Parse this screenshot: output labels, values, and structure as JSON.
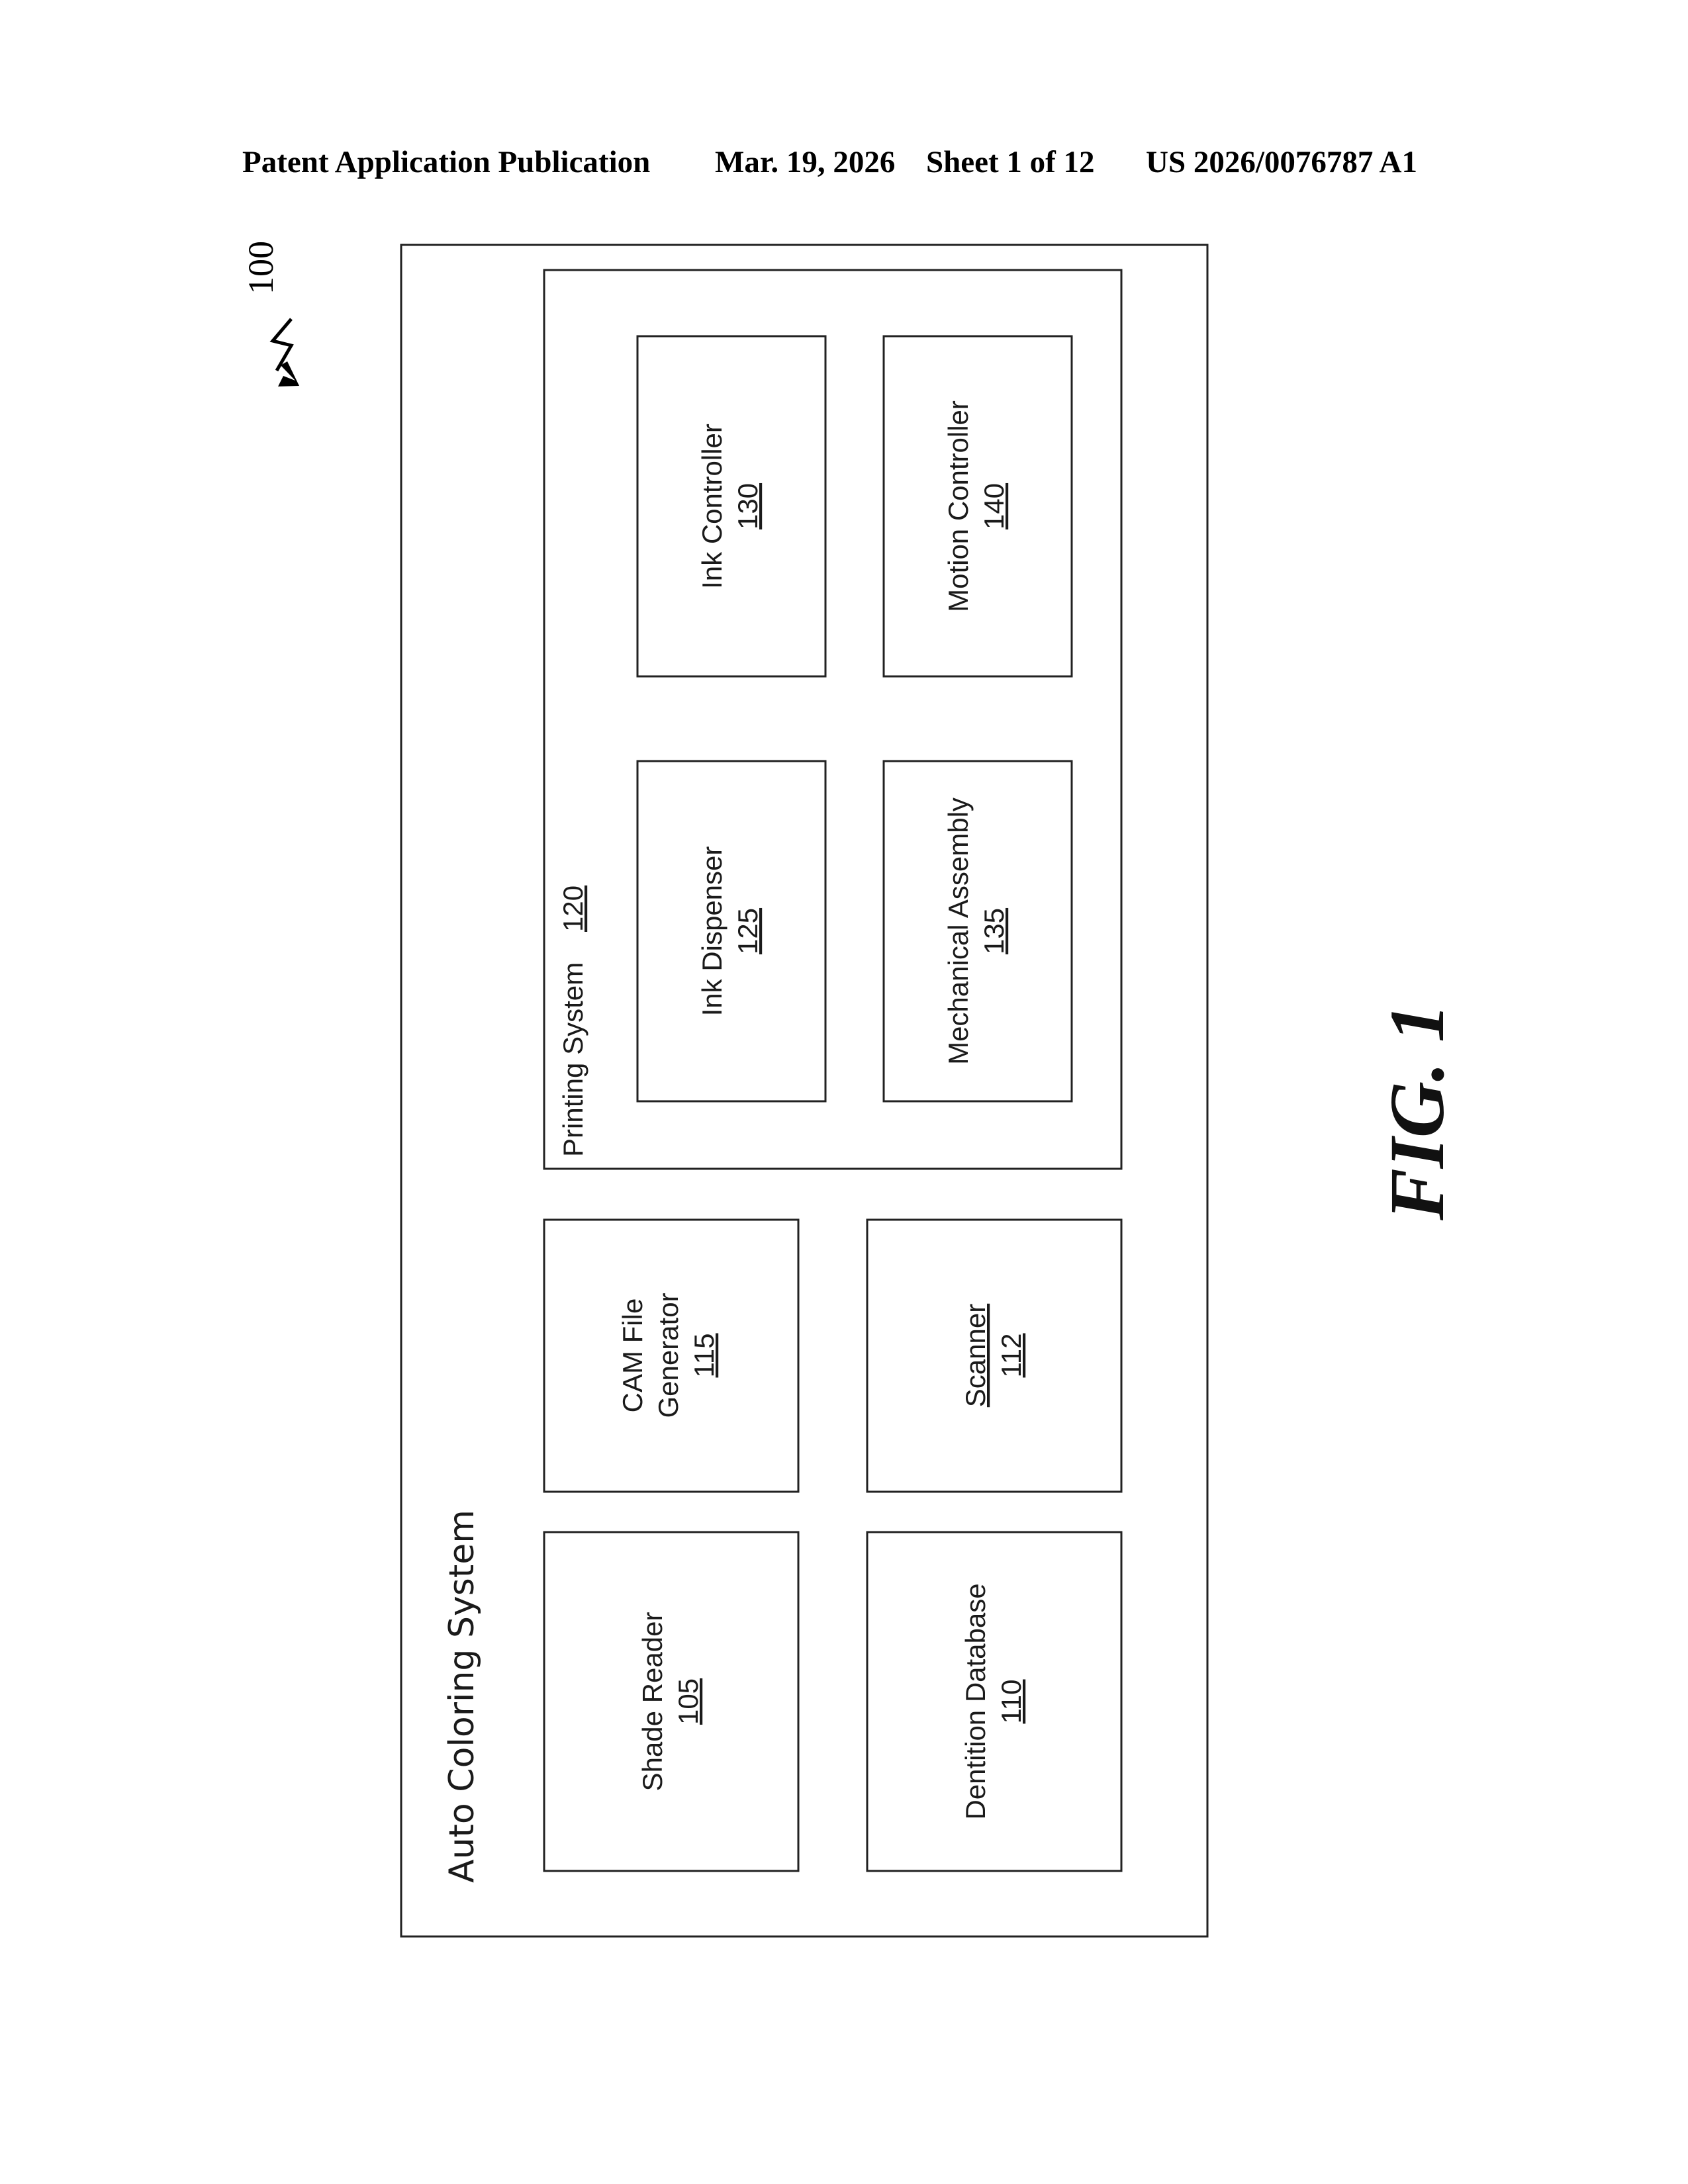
{
  "header": {
    "publication": "Patent Application Publication",
    "date": "Mar. 19, 2026",
    "sheet": "Sheet 1 of 12",
    "number": "US 2026/0076787 A1"
  },
  "figure": {
    "ref_number": "100",
    "fig_label": "FIG. 1",
    "auto_coloring_system": {
      "title": "Auto Coloring System"
    },
    "shade_reader": {
      "name": "Shade Reader",
      "ref": "105"
    },
    "dentition_database": {
      "name": "Dentition Database",
      "ref": "110"
    },
    "cam_file_generator": {
      "line1": "CAM File",
      "line2": "Generator",
      "ref": "115"
    },
    "scanner": {
      "name": "Scanner",
      "ref": "112"
    },
    "printing_system": {
      "name": "Printing System",
      "ref": "120"
    },
    "ink_dispenser": {
      "name": "Ink Dispenser",
      "ref": "125"
    },
    "mechanical_assembly": {
      "name": "Mechanical Assembly",
      "ref": "135"
    },
    "ink_controller": {
      "name": "Ink Controller",
      "ref": "130"
    },
    "motion_controller": {
      "name": "Motion Controller",
      "ref": "140"
    }
  }
}
